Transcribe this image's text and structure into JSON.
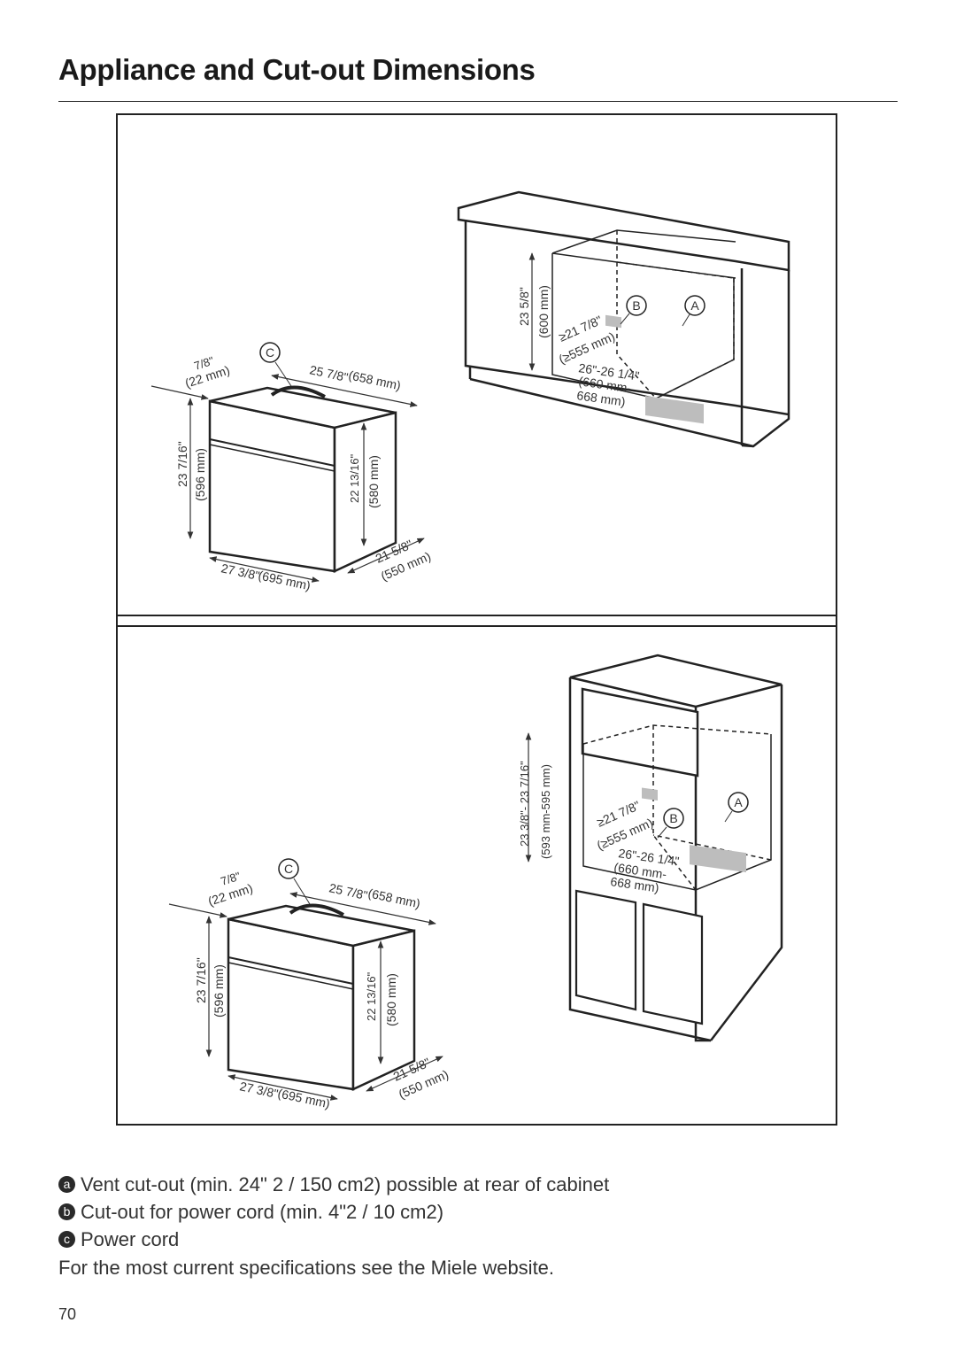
{
  "page": {
    "title": "Appliance and Cut-out Dimensions",
    "number": "70"
  },
  "figure_top": {
    "appliance_depth_front": "7/8\"",
    "appliance_depth_front_mm": "(22 mm)",
    "appliance_depth": "25 7/8\"",
    "appliance_depth_mm": "(658 mm)",
    "appliance_height": "23 7/16\"",
    "appliance_height_mm": "(596 mm)",
    "appliance_body_height": "22 13/16\"",
    "appliance_body_height_mm": "(580 mm)",
    "appliance_width": "27 3/8\"",
    "appliance_width_mm": "(695 mm)",
    "appliance_body_depth": "21 5/8\"",
    "appliance_body_depth_mm": "(550 mm)",
    "cutout_height": "23 5/8\"",
    "cutout_height_mm": "(600 mm)",
    "cutout_depth_min": "≥21 7/8\"",
    "cutout_depth_min_mm": "(≥555 mm)",
    "cutout_width": "26\"-26 1/4\"",
    "cutout_width_mm_a": "(660 mm-",
    "cutout_width_mm_b": "668 mm)",
    "callout_a": "A",
    "callout_b": "B",
    "callout_c": "C"
  },
  "figure_bottom": {
    "appliance_depth_front": "7/8\"",
    "appliance_depth_front_mm": "(22 mm)",
    "appliance_depth": "25 7/8\"",
    "appliance_depth_mm": "(658 mm)",
    "appliance_height": "23 7/16\"",
    "appliance_height_mm": "(596 mm)",
    "appliance_body_height": "22 13/16\"",
    "appliance_body_height_mm": "(580 mm)",
    "appliance_width": "27 3/8\"",
    "appliance_width_mm": "(695 mm)",
    "appliance_body_depth": "21 5/8\"",
    "appliance_body_depth_mm": "(550 mm)",
    "cutout_height": "23 3/8\"- 23 7/16\"",
    "cutout_height_mm": "(593 mm-595 mm)",
    "cutout_depth_min": "≥21 7/8\"",
    "cutout_depth_min_mm": "(≥555 mm)",
    "cutout_width": "26\"-26 1/4\"",
    "cutout_width_mm_a": "(660 mm-",
    "cutout_width_mm_b": "668 mm)",
    "callout_a": "A",
    "callout_b": "B",
    "callout_c": "C"
  },
  "legend": {
    "a_marker": "a",
    "a_text": "Vent cut-out (min. 24\" 2 / 150 cm2) possible at rear of cabinet",
    "b_marker": "b",
    "b_text": "Cut-out for power cord (min. 4\"2 / 10 cm2)",
    "c_marker": "c",
    "c_text": "Power cord",
    "note": "For the most current specifications see the Miele website."
  }
}
